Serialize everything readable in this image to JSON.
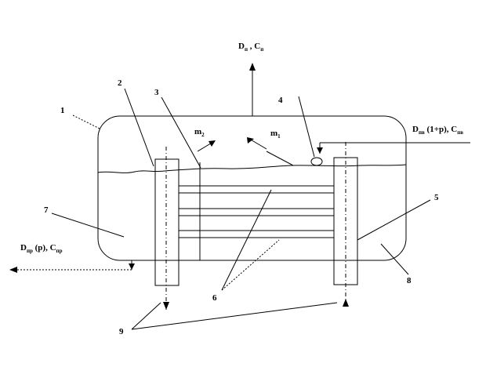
{
  "labels": {
    "steam_out_main": "D",
    "steam_out_sub": "п",
    "steam_out_sep": " , ",
    "steam_out_c": "C",
    "steam_out_c_sub": "п",
    "feed_in_main": "D",
    "feed_in_sub": "пв",
    "feed_in_mid": " (1+p), ",
    "feed_in_c": "C",
    "feed_in_c_sub": "пв",
    "blowdown_main": "D",
    "blowdown_sub": "пр",
    "blowdown_mid": " (p), ",
    "blowdown_c": "C",
    "blowdown_c_sub": "пр",
    "m2_main": "m",
    "m2_sub": "2",
    "m1_main": "m",
    "m1_sub": "1"
  },
  "numbers": [
    "1",
    "2",
    "3",
    "4",
    "5",
    "6",
    "7",
    "8",
    "9"
  ]
}
